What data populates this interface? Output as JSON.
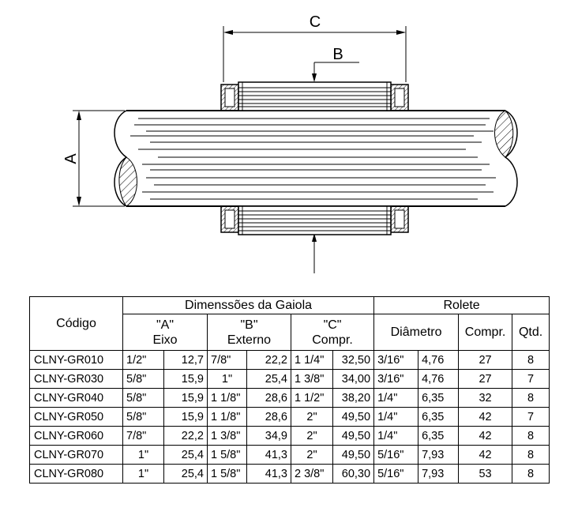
{
  "diagram": {
    "label_a": "A",
    "label_b": "B",
    "label_c": "C"
  },
  "table": {
    "codigo_header": "Código",
    "dimensoes_header": "Dimenssões da Gaiola",
    "rolete_header": "Rolete",
    "a_header": "\"A\"",
    "a_sub": "Eixo",
    "b_header": "\"B\"",
    "b_sub": "Externo",
    "c_header": "\"C\"",
    "c_sub": "Compr.",
    "diametro_header": "Diâmetro",
    "compr_header": "Compr.",
    "qtd_header": "Qtd.",
    "rows": [
      {
        "code": "CLNY-GR010",
        "a_in": "1/2\"",
        "a_mm": "12,7",
        "b_in": "7/8\"",
        "b_mm": "22,2",
        "c_in": "1 1/4\"",
        "c_mm": "32,50",
        "d_in": "3/16\"",
        "d_mm": "4,76",
        "compr": "27",
        "qtd": "8"
      },
      {
        "code": "CLNY-GR030",
        "a_in": "5/8\"",
        "a_mm": "15,9",
        "b_in": "1\"",
        "b_mm": "25,4",
        "c_in": "1 3/8\"",
        "c_mm": "34,00",
        "d_in": "3/16\"",
        "d_mm": "4,76",
        "compr": "27",
        "qtd": "7"
      },
      {
        "code": "CLNY-GR040",
        "a_in": "5/8\"",
        "a_mm": "15,9",
        "b_in": "1 1/8\"",
        "b_mm": "28,6",
        "c_in": "1 1/2\"",
        "c_mm": "38,20",
        "d_in": "1/4\"",
        "d_mm": "6,35",
        "compr": "32",
        "qtd": "8"
      },
      {
        "code": "CLNY-GR050",
        "a_in": "5/8\"",
        "a_mm": "15,9",
        "b_in": "1 1/8\"",
        "b_mm": "28,6",
        "c_in": "2\"",
        "c_mm": "49,50",
        "d_in": "1/4\"",
        "d_mm": "6,35",
        "compr": "42",
        "qtd": "7"
      },
      {
        "code": "CLNY-GR060",
        "a_in": "7/8\"",
        "a_mm": "22,2",
        "b_in": "1 3/8\"",
        "b_mm": "34,9",
        "c_in": "2\"",
        "c_mm": "49,50",
        "d_in": "1/4\"",
        "d_mm": "6,35",
        "compr": "42",
        "qtd": "8"
      },
      {
        "code": "CLNY-GR070",
        "a_in": "1\"",
        "a_mm": "25,4",
        "b_in": "1 5/8\"",
        "b_mm": "41,3",
        "c_in": "2\"",
        "c_mm": "49,50",
        "d_in": "5/16\"",
        "d_mm": "7,93",
        "compr": "42",
        "qtd": "8"
      },
      {
        "code": "CLNY-GR080",
        "a_in": "1\"",
        "a_mm": "25,4",
        "b_in": "1 5/8\"",
        "b_mm": "41,3",
        "c_in": "2 3/8\"",
        "c_mm": "60,30",
        "d_in": "5/16\"",
        "d_mm": "7,93",
        "compr": "53",
        "qtd": "8"
      }
    ]
  }
}
